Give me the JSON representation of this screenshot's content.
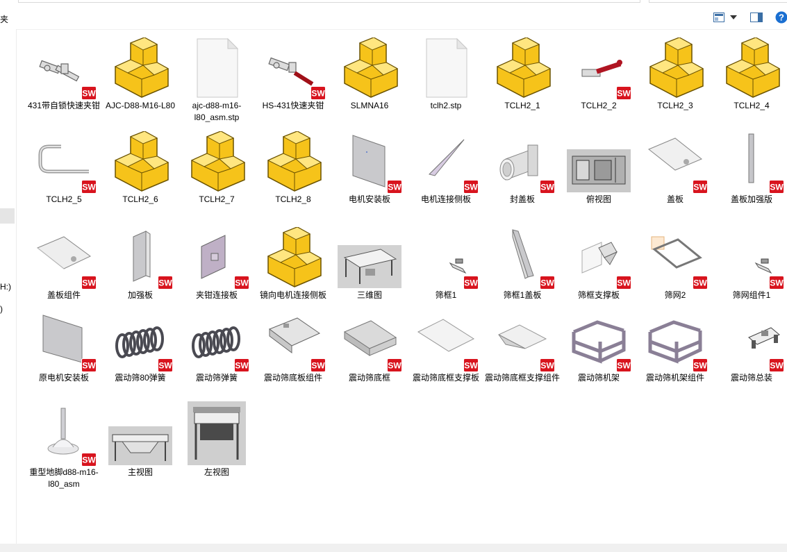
{
  "window": {
    "top_left_fragment": "夹",
    "left_fragments": [
      "H:)",
      ")"
    ]
  },
  "toolbar": {
    "view_icon": "view-change-icon",
    "dropdown_icon": "chevron-down-icon",
    "preview_icon": "preview-pane-icon",
    "help_label": "?",
    "help_color": "#1a6fd1"
  },
  "files": [
    {
      "name": "431带自锁快速夹钳",
      "type": "sw-clamp"
    },
    {
      "name": "AJC-D88-M16-L80",
      "type": "folder3d"
    },
    {
      "name": "ajc-d88-m16-l80_asm.stp",
      "type": "blank"
    },
    {
      "name": "HS-431快速夹钳",
      "type": "sw-clamp-red"
    },
    {
      "name": "SLMNA16",
      "type": "folder3d"
    },
    {
      "name": "tclh2.stp",
      "type": "blank"
    },
    {
      "name": "TCLH2_1",
      "type": "folder3d"
    },
    {
      "name": "TCLH2_2",
      "type": "sw-toggle-red"
    },
    {
      "name": "TCLH2_3",
      "type": "folder3d"
    },
    {
      "name": "TCLH2_4",
      "type": "folder3d"
    },
    {
      "name": "TCLH2_5",
      "type": "sw-ubolt"
    },
    {
      "name": "TCLH2_6",
      "type": "folder3d"
    },
    {
      "name": "TCLH2_7",
      "type": "folder3d"
    },
    {
      "name": "TCLH2_8",
      "type": "folder3d"
    },
    {
      "name": "电机安装板",
      "type": "sw-plate"
    },
    {
      "name": "电机连接侧板",
      "type": "sw-triangle"
    },
    {
      "name": "封盖板",
      "type": "sw-cylinder"
    },
    {
      "name": "俯视图",
      "type": "img-top"
    },
    {
      "name": "盖板",
      "type": "sw-flatplate"
    },
    {
      "name": "盖板加强版",
      "type": "sw-bar"
    },
    {
      "name": "盖板组件",
      "type": "sw-flatplate2"
    },
    {
      "name": "加强板",
      "type": "sw-channel"
    },
    {
      "name": "夹钳连接板",
      "type": "sw-purpleplate"
    },
    {
      "name": "镜向电机连接侧板",
      "type": "folder3d"
    },
    {
      "name": "三维图",
      "type": "img-3d"
    },
    {
      "name": "筛框1",
      "type": "sw-small"
    },
    {
      "name": "筛框1盖板",
      "type": "sw-blade"
    },
    {
      "name": "筛框支撑板",
      "type": "sw-hopper"
    },
    {
      "name": "筛网2",
      "type": "sw-frame"
    },
    {
      "name": "筛网组件1",
      "type": "sw-small"
    },
    {
      "name": "原电机安装板",
      "type": "sw-plate2"
    },
    {
      "name": "震动筛80弹簧",
      "type": "sw-spring"
    },
    {
      "name": "震动筛弹簧",
      "type": "sw-spring"
    },
    {
      "name": "震动筛底板组件",
      "type": "sw-tray"
    },
    {
      "name": "震动筛底框",
      "type": "sw-tray2"
    },
    {
      "name": "震动筛底框支撑板",
      "type": "sw-flatsheet"
    },
    {
      "name": "震动筛底框支撑组件",
      "type": "sw-wedge"
    },
    {
      "name": "震动筛机架",
      "type": "sw-rack"
    },
    {
      "name": "震动筛机架组件",
      "type": "sw-rack"
    },
    {
      "name": "震动筛总装",
      "type": "sw-assembly"
    },
    {
      "name": "重型地脚d88-m16-l80_asm",
      "type": "sw-foot"
    },
    {
      "name": "主视图",
      "type": "img-front"
    },
    {
      "name": "左视图",
      "type": "img-left"
    }
  ]
}
